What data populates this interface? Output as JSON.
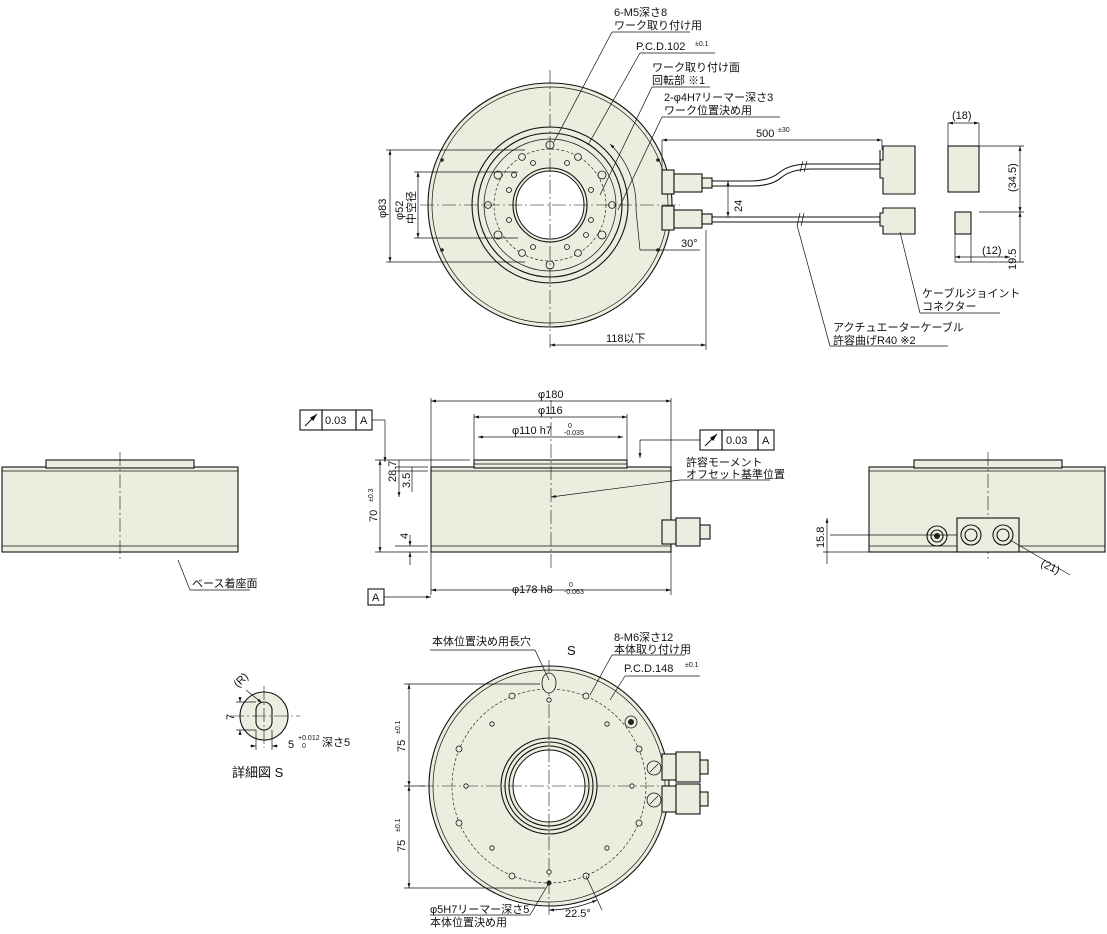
{
  "top_view": {
    "m5": "6-M5深さ8",
    "m5_use": "ワーク取り付け用",
    "pcd102": "P.C.D.102",
    "pcd102_tol": "±0.1",
    "rot_face": "ワーク取り付け面",
    "rot_face2": "回転部 ※1",
    "reamer": "2-φ4H7リーマー深さ3",
    "reamer_use": "ワーク位置決め用",
    "dim500": "500",
    "dim500_tol": "±30",
    "dim18": "(18)",
    "dim345": "(34.5)",
    "dim24": "24",
    "dim12": "(12)",
    "dim195": "19.5",
    "dim30deg": "30°",
    "dim83": "φ83",
    "dim52": "φ52",
    "hollow": "中空径",
    "dim118": "118以下",
    "joint": "ケーブルジョイント",
    "connector": "コネクター",
    "cable": "アクチュエーターケーブル",
    "bend": "許容曲げR40 ※2"
  },
  "side_view": {
    "tol1": "0.03",
    "ref1": "A",
    "tol2": "0.03",
    "ref2": "A",
    "dim180": "φ180",
    "dim116": "φ116",
    "dim110": "φ110 h7",
    "dim110_up": "0",
    "dim110_lo": "-0.035",
    "dim287": "28.7",
    "dim35": "3.5",
    "dim70": "70",
    "dim70_tol": "±0.3",
    "dim4": "4",
    "moment": "許容モーメント",
    "moment2": "オフセット基準位置",
    "dim178": "φ178 h8",
    "dim178_up": "0",
    "dim178_lo": "-0.063",
    "datum": "A",
    "base_face": "ベース着座面",
    "dim158": "15.8",
    "dim21": "(21)"
  },
  "bottom_view": {
    "slot": "本体位置決め用長穴",
    "s_mark": "S",
    "m6": "8-M6深さ12",
    "m6_use": "本体取り付け用",
    "pcd148": "P.C.D.148",
    "pcd148_tol": "±0.1",
    "dim75a": "75",
    "dim75a_tol": "±0.1",
    "dim75b": "75",
    "dim75b_tol": "±0.1",
    "reamer5": "φ5H7リーマー深さ5",
    "reamer5_use": "本体位置決め用",
    "dim225": "22.5°"
  },
  "detail_s": {
    "r": "(R)",
    "dim7": "7",
    "dim5": "5",
    "dim5_up": "+0.012",
    "dim5_lo": "0",
    "depth": "深さ5",
    "title": "詳細図 S"
  }
}
